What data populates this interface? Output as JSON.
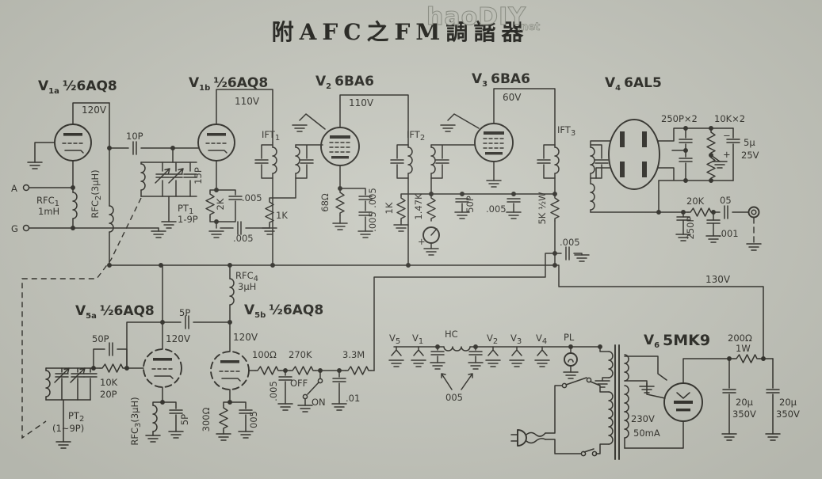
{
  "colors": {
    "paper": "#c8cac1",
    "ink": "#2e2d28"
  },
  "title": {
    "text": "附AFC之FM調諧器"
  },
  "watermark": {
    "brand": "haoDIY",
    "tld": ".net"
  },
  "terminals": {
    "antenna": "A",
    "ground": "G"
  },
  "tubes": {
    "v1a": {
      "prefix": "V",
      "sub": "1a",
      "type": "½6AQ8",
      "voltage": "120V"
    },
    "v1b": {
      "prefix": "V",
      "sub": "1b",
      "type": "½6AQ8",
      "voltage": "110V"
    },
    "v2": {
      "prefix": "V",
      "sub": "2",
      "type": "6BA6",
      "voltage": "110V"
    },
    "v3": {
      "prefix": "V",
      "sub": "3",
      "type": "6BA6",
      "voltage": "60V"
    },
    "v4": {
      "prefix": "V",
      "sub": "4",
      "type": "6AL5"
    },
    "v5a": {
      "prefix": "V",
      "sub": "5a",
      "type": "½6AQ8",
      "voltage": "120V"
    },
    "v5b": {
      "prefix": "V",
      "sub": "5b",
      "type": "½6AQ8",
      "voltage": "120V"
    },
    "v6": {
      "prefix": "V",
      "sub": "6",
      "type": "5MK9"
    }
  },
  "ifts": {
    "ift1": {
      "prefix": "IFT",
      "sub": "1"
    },
    "ift2": {
      "prefix": "IFT",
      "sub": "2"
    },
    "ift3": {
      "prefix": "IFT",
      "sub": "3"
    }
  },
  "chokes": {
    "rfc1": {
      "prefix": "RFC",
      "sub": "1",
      "value": "1mH"
    },
    "rfc2": {
      "prefix": "RFC",
      "sub": "2",
      "value": "(3μH)"
    },
    "rfc3": {
      "prefix": "RFC",
      "sub": "3",
      "value": "(3μH)"
    },
    "rfc4": {
      "prefix": "RFC",
      "sub": "4",
      "value": "3μH"
    }
  },
  "tuning": {
    "pt1": {
      "prefix": "PT",
      "sub": "1",
      "range": "1-9P"
    },
    "pt2": {
      "prefix": "PT",
      "sub": "2",
      "range": "(1~9P)"
    }
  },
  "components": {
    "c_10p": "10P",
    "c_15p": "15P",
    "r_2k": "2K",
    "c005_a": ".005",
    "c005_b": ".005",
    "r_1k_a": "1K",
    "r_68": "68Ω",
    "c005_c": ".005",
    "c005_d": ".005",
    "r_1k_b": "1K",
    "r_147k": "1.47K",
    "meter_plus": "+",
    "c_50p_lim": "50P",
    "c005_e": ".005",
    "r_5k": "5K ½W",
    "c005_f": ".005",
    "c_50p_osc": "50P",
    "r_10k": "10K",
    "c_20p": "20P",
    "c_5p_a": "5P",
    "c_5p_b": "5P",
    "r_100": "100Ω",
    "r_270k": "270K",
    "r_3m3": "3.3M",
    "c005_g": ".005",
    "c_01": ".01",
    "r_300": "300Ω",
    "c005_h": "005"
  },
  "detector": {
    "c250p2": "250P×2",
    "r10k2": "10K×2",
    "c5u": "5μ",
    "c5u_v": "25V",
    "minus": "−",
    "plus": "+",
    "r20k": "20K",
    "c05": "05",
    "c250p": "250P",
    "c001": ".001"
  },
  "switch": {
    "off": "OFF",
    "on": "ON"
  },
  "heaters": {
    "v5": {
      "prefix": "V",
      "sub": "5"
    },
    "v1": {
      "prefix": "V",
      "sub": "1"
    },
    "hc": "HC",
    "bypass": "005",
    "v2": {
      "prefix": "V",
      "sub": "2"
    },
    "v3": {
      "prefix": "V",
      "sub": "3"
    },
    "v4": {
      "prefix": "V",
      "sub": "4"
    },
    "pl": "PL"
  },
  "power": {
    "rail": "130V",
    "secondary_voltage": "230V",
    "secondary_current": "50mA",
    "r200": "200Ω",
    "r200_w": "1W",
    "cap1": "20μ",
    "cap1_v": "350V",
    "cap2": "20μ",
    "cap2_v": "350V"
  }
}
